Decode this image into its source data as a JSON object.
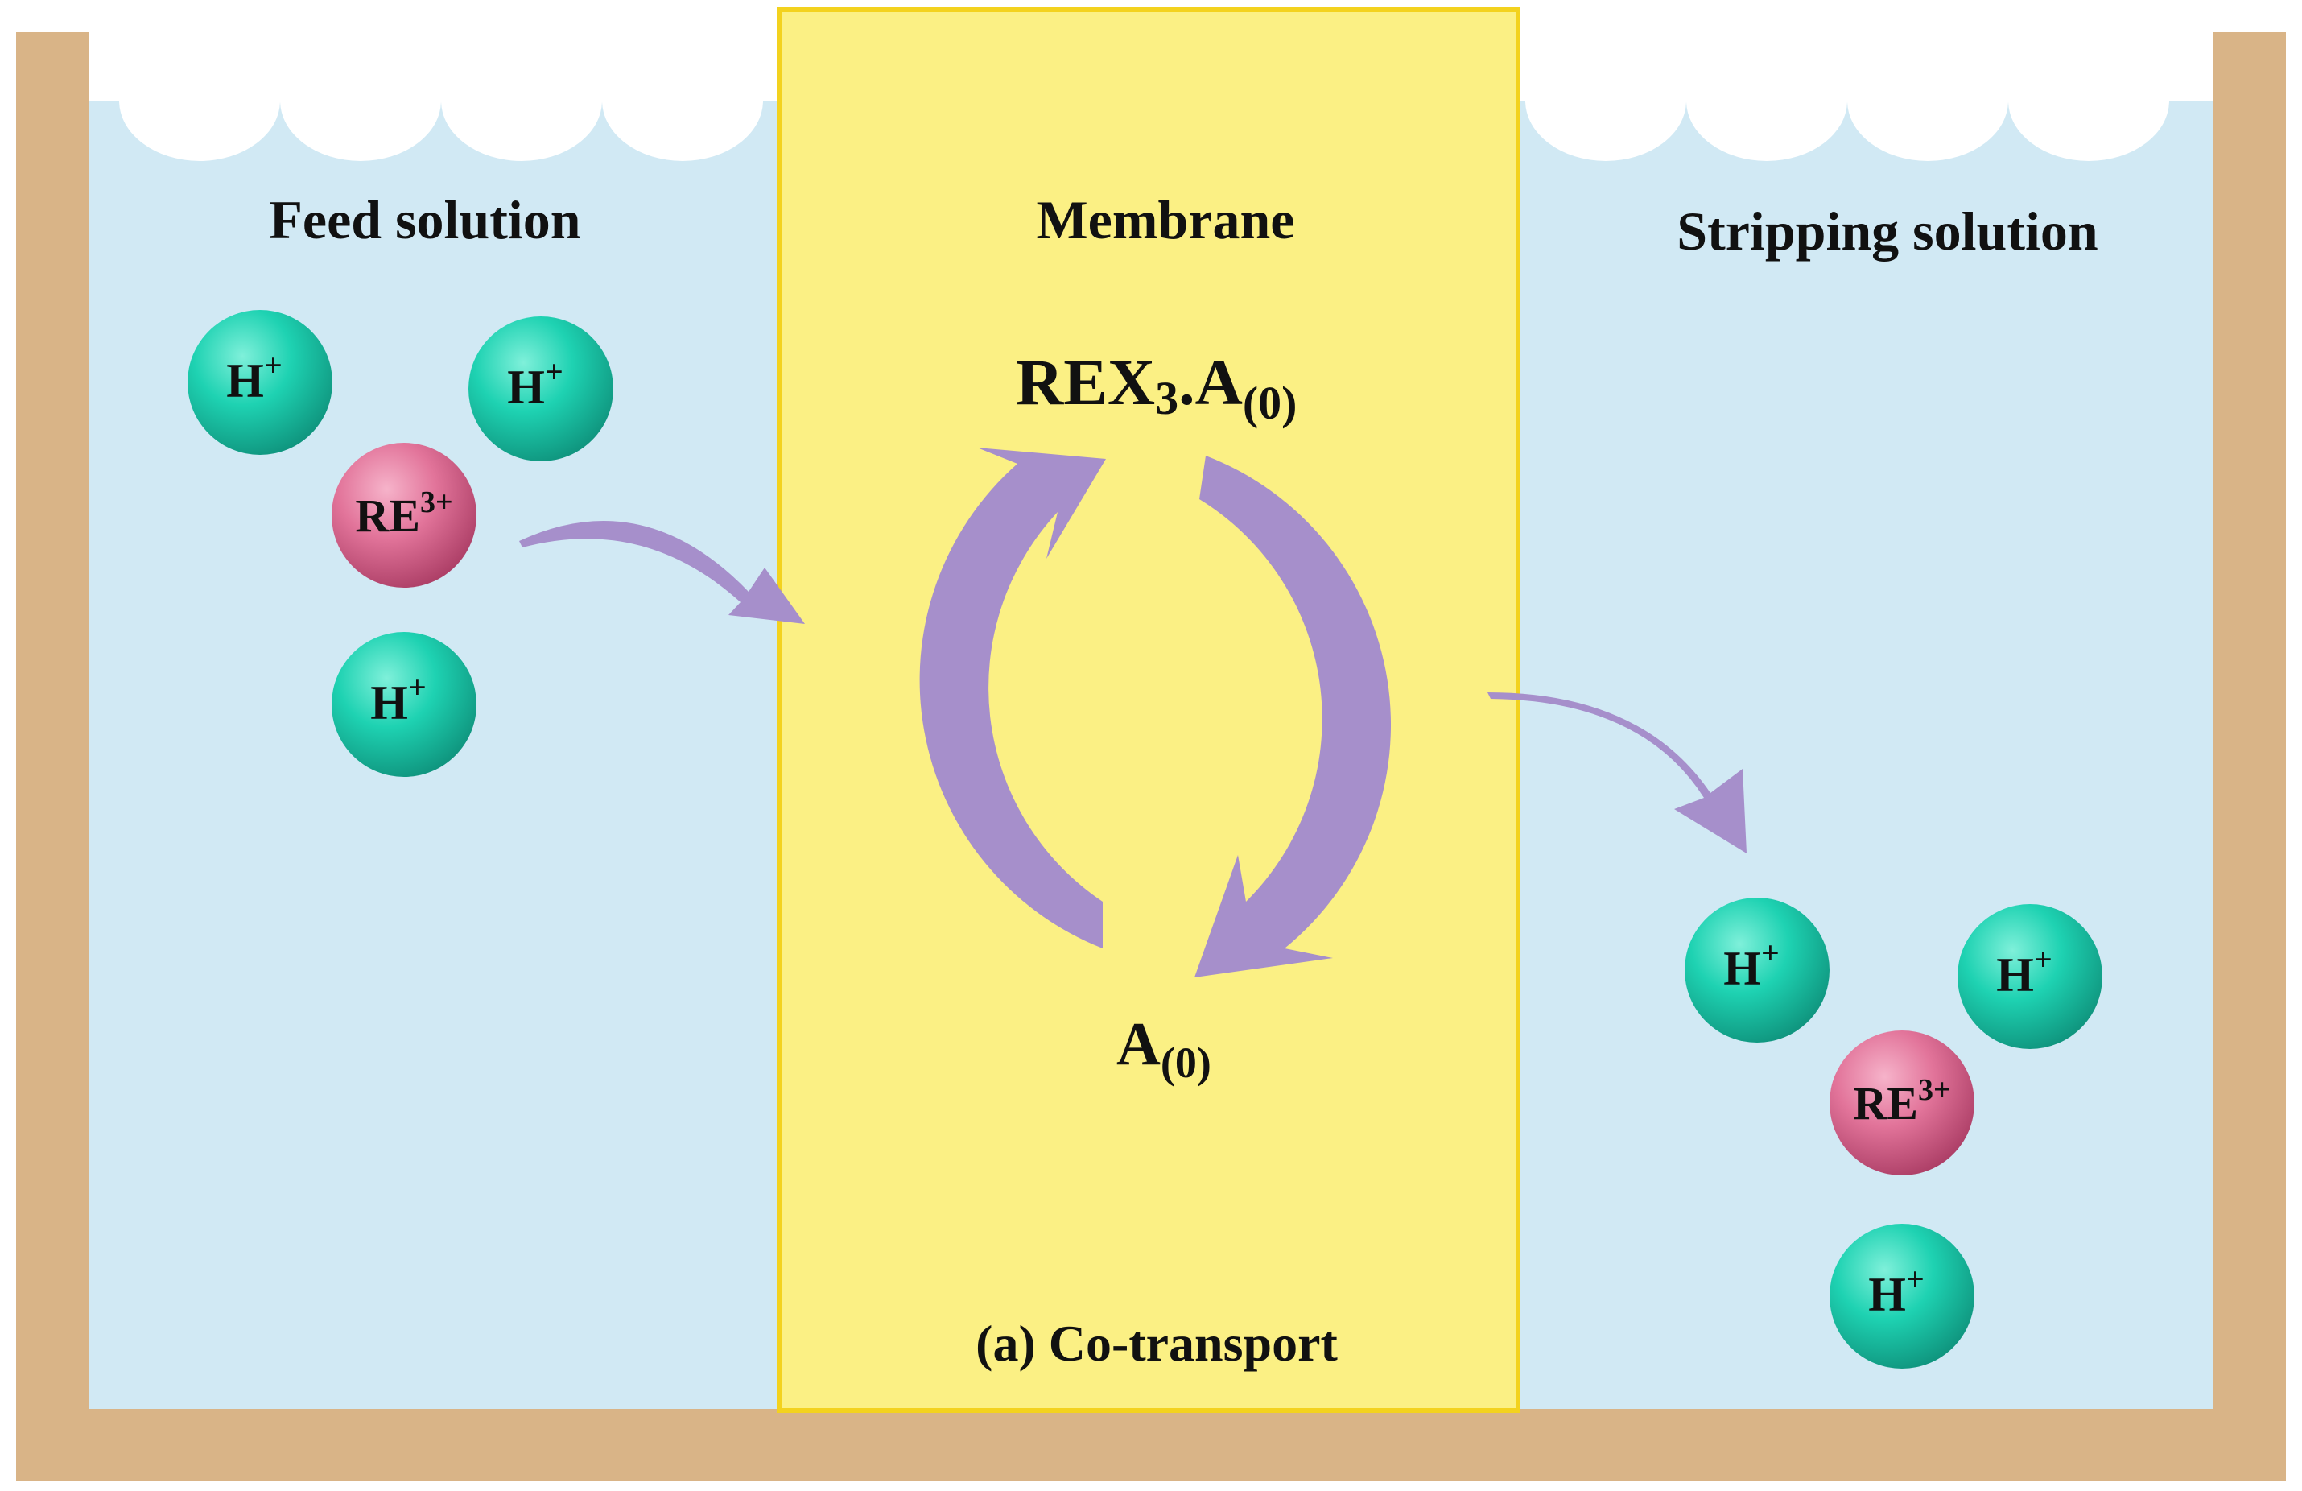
{
  "colors": {
    "container": "#D9B487",
    "solution": "#D1E9F4",
    "membrane": "#FBF084",
    "membrane_edge": "#F3D21E",
    "arrow": "#A68FCB",
    "proton": "#17C4A6",
    "rare_earth": "#DF6E94"
  },
  "labels": {
    "feed": "Feed solution",
    "membrane": "Membrane",
    "stripping": "Stripping solution",
    "caption": "(a) Co-transport"
  },
  "complex": {
    "base": "REX",
    "sub3": "3",
    "dot_a": ".A",
    "phase": "(0)"
  },
  "carrier": {
    "base": "A",
    "phase": "(0)"
  },
  "proton": {
    "base": "H",
    "charge": "+"
  },
  "rare_earth_ion": {
    "base": "RE",
    "charge": "3+"
  },
  "icons": {
    "proton": "proton-sphere-icon",
    "rare_earth": "rare-earth-ion-sphere-icon",
    "cycle": "circular-cycle-arrows-icon",
    "transfer": "curved-transfer-arrow-icon"
  }
}
